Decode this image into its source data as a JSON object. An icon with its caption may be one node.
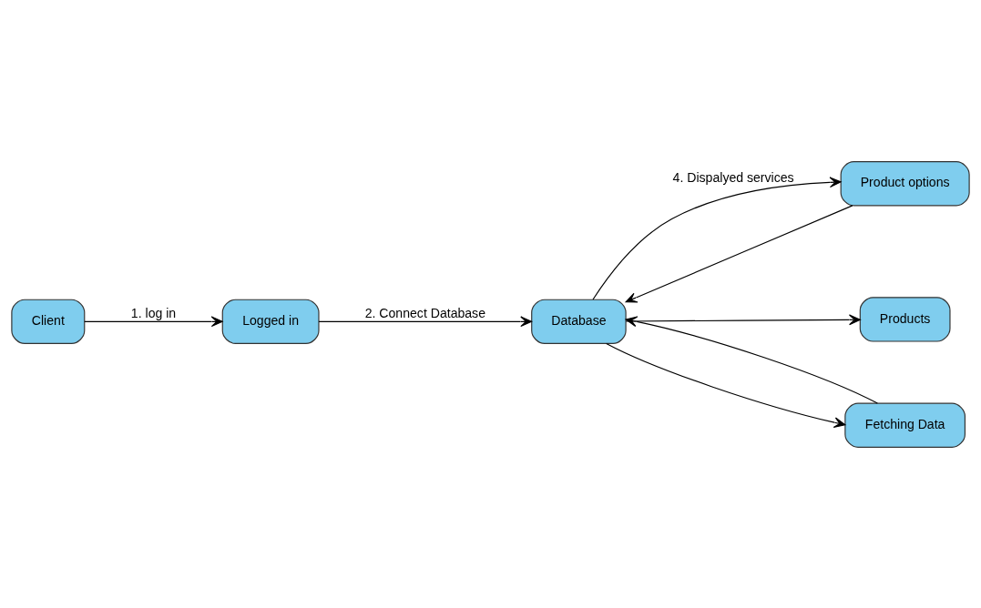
{
  "diagram": {
    "nodes": [
      {
        "text": [
          "Client"
        ]
      },
      {
        "text": [
          "Logged in"
        ]
      },
      {
        "text": [
          "Product options"
        ]
      },
      {
        "text": [
          "Products"
        ]
      },
      {
        "text": [
          "Database"
        ]
      },
      {
        "text": [
          "Fetching Data"
        ]
      }
    ],
    "edges": [
      {
        "from": 0,
        "to": 1,
        "arrow": "to",
        "label": "1. log in"
      },
      {
        "from": 1,
        "to": 4,
        "arrow": "to",
        "label": "2. Connect Database"
      },
      {
        "from": 2,
        "to": 4,
        "arrow": "to"
      },
      {
        "from": 4,
        "to": 3,
        "arrow": "to"
      },
      {
        "from": 4,
        "to": 2,
        "arrow": "to",
        "label": "4. Dispalyed services"
      },
      {
        "from": 4,
        "to": 5,
        "arrow": "to"
      },
      {
        "from": 5,
        "to": 4,
        "arrow": "to"
      }
    ]
  }
}
